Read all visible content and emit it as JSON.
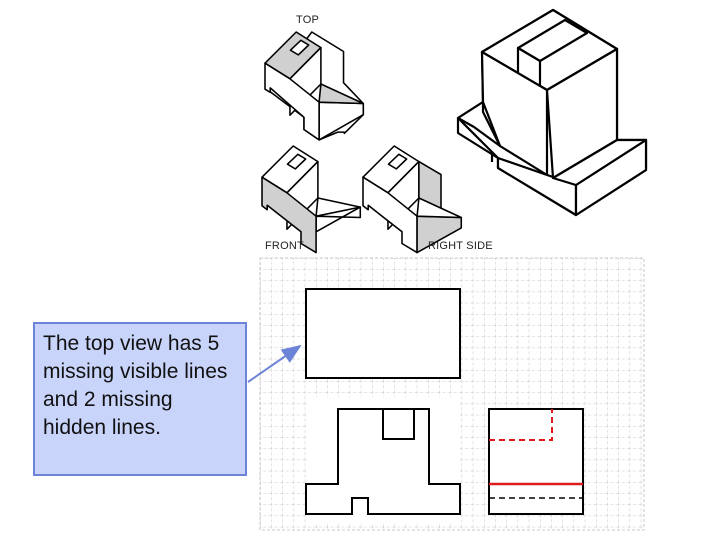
{
  "labels": {
    "top": "TOP",
    "front": "FRONT",
    "right_side": "RIGHT SIDE"
  },
  "callout": {
    "text": "The top view has 5 missing visible lines and 2 missing hidden lines."
  },
  "colors": {
    "callout_fill": "#c9d4fb",
    "callout_border": "#6b84d8",
    "arrow": "#6b84d8",
    "hidden_line_red": "#e01b1b",
    "face_gray": "#d0d0d0"
  }
}
